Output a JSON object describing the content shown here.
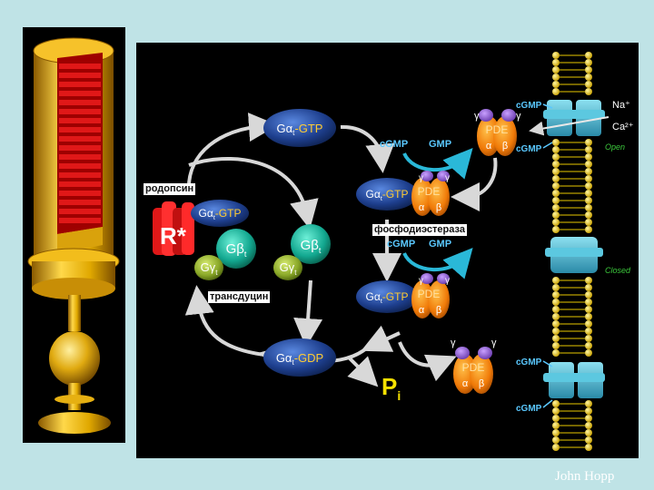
{
  "labels": {
    "rhodopsin": "родопсин",
    "transducin": "трансдуцин",
    "pde_enzyme": "фосфодиэстераза"
  },
  "credit": "John Hopp",
  "diagram": {
    "r_star": "R*",
    "ga_gtp": "Gα",
    "ga_sub": "t",
    "gtp_suffix": "-GTP",
    "gdp_suffix": "-GDP",
    "gb": "Gβ",
    "gg": "Gγ",
    "sub_t": "t",
    "cgmp": "cGMP",
    "gmp": "GMP",
    "pde": "PDE",
    "alpha": "α",
    "beta": "β",
    "gamma": "γ",
    "pi": "P",
    "pi_sub": "i",
    "na": "Na⁺",
    "ca": "Ca²⁺",
    "open": "Open",
    "closed": "Closed"
  }
}
